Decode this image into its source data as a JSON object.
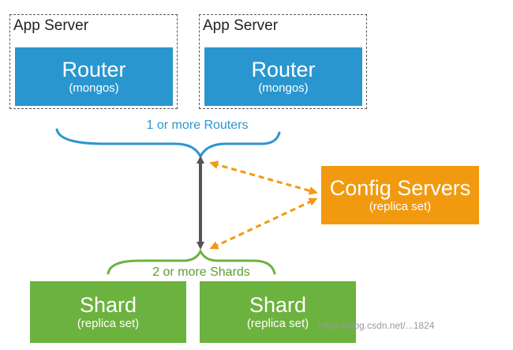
{
  "app_servers": [
    {
      "label": "App Server",
      "router_title": "Router",
      "router_sub": "(mongos)"
    },
    {
      "label": "App Server",
      "router_title": "Router",
      "router_sub": "(mongos)"
    }
  ],
  "routers_caption": "1 or more Routers",
  "config": {
    "title": "Config Servers",
    "sub": "(replica set)"
  },
  "shards_caption": "2 or more Shards",
  "shards": [
    {
      "title": "Shard",
      "sub": "(replica set)"
    },
    {
      "title": "Shard",
      "sub": "(replica set)"
    }
  ],
  "watermark": "https://blog.csdn.net/...1824",
  "colors": {
    "router": "#2a96cf",
    "config": "#f29a0f",
    "shard": "#6cb23f",
    "arrow_solid": "#555555",
    "arrow_dashed": "#f29a0f"
  }
}
